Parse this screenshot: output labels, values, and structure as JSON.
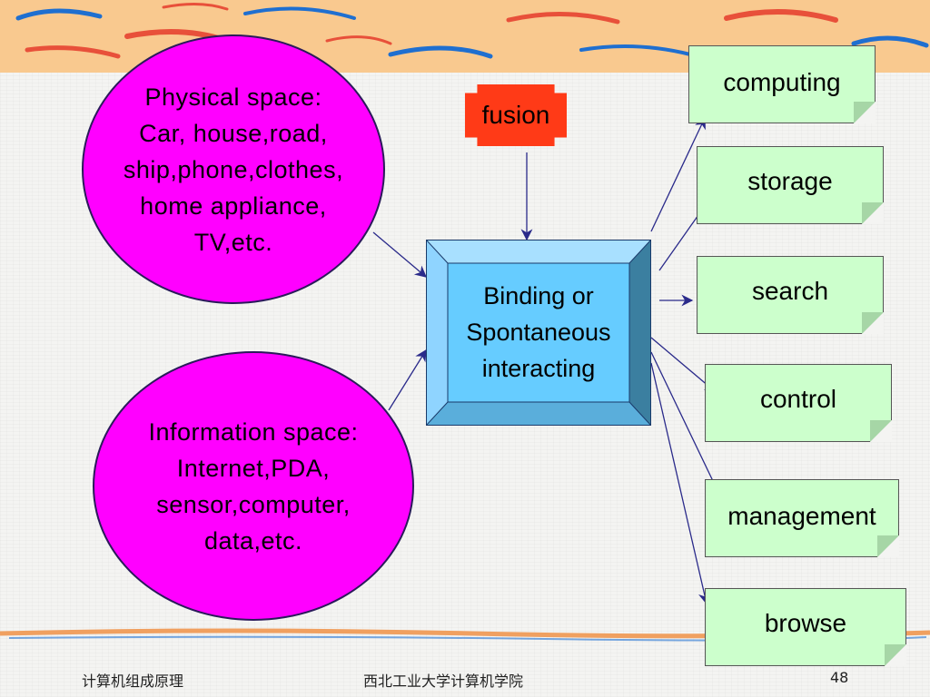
{
  "diagram": {
    "physical_space": "Physical space:\nCar, house,road,\nship,phone,clothes,\nhome appliance,\nTV,etc.",
    "information_space": "Information space:\nInternet,PDA,\nsensor,computer,\ndata,etc.",
    "fusion": "fusion",
    "center": {
      "line1": "Binding or",
      "line2": "Spontaneous",
      "line3": "interacting"
    },
    "outputs": [
      "computing",
      "storage",
      "search",
      "control",
      "management",
      "browse"
    ]
  },
  "footer": {
    "left": "计算机组成原理",
    "center": "西北工业大学计算机学院",
    "page": "48"
  },
  "colors": {
    "ellipse_fill": "#ff00ff",
    "fusion_fill": "#ff3a17",
    "center_fill": "#66ccff",
    "note_fill": "#ccffcc",
    "top_band": "#f9c98f"
  }
}
